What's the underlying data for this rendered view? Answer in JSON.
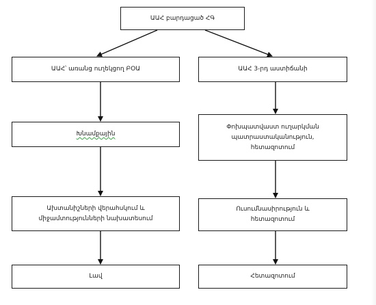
{
  "diagram": {
    "type": "flowchart",
    "nodes": {
      "top": {
        "label": "ԱԱՀ բարդացած ՀԳ"
      },
      "left_1": {
        "label": "ԱԱՀ՝ առանց ուղեկցող ԲՕԱ"
      },
      "right_1": {
        "label": "ԱԱՀ 3-րդ աստիճանի"
      },
      "left_2": {
        "label": "Խնամքային"
      },
      "right_2": {
        "lines": [
          "Փոխպատվաստ ուղարկման",
          "պատրաստականություն,",
          "հետազոտում"
        ]
      },
      "left_3": {
        "lines": [
          "Ախտանիշների վերահսկում և",
          "միջամտությունների նախատեսում"
        ]
      },
      "right_3": {
        "lines": [
          "Ուսումնասիրություն և",
          "հետազոտում"
        ]
      },
      "left_4": {
        "label": "Լավ"
      },
      "right_4": {
        "label": "Հետազոտում"
      }
    },
    "colors": {
      "border": "#1a1a1a",
      "arrow": "#111111",
      "text": "#222222",
      "spellcheck_underline": "#3ea34a"
    }
  }
}
